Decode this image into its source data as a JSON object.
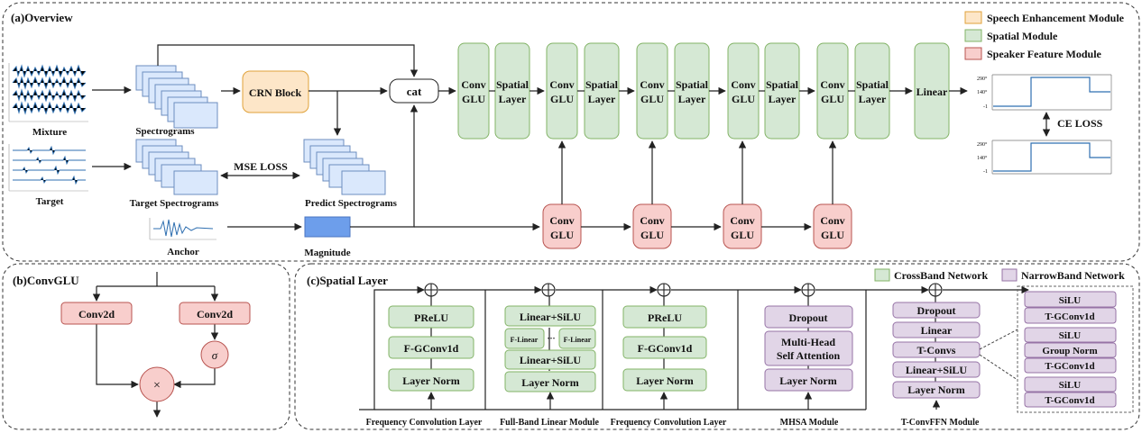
{
  "panels": {
    "overview": "(a)Overview",
    "convglu": "(b)ConvGLU",
    "spatial": "(c)Spatial Layer"
  },
  "legend": {
    "speech": "Speech Enhancement Module",
    "spatial": "Spatial Module",
    "speaker": "Speaker Feature Module",
    "crossband": "CrossBand Network",
    "narrowband": "NarrowBand Network"
  },
  "colors": {
    "orange_fill": "#fde6c8",
    "orange_stroke": "#e0a23a",
    "green_fill": "#d5e8d4",
    "green_stroke": "#82b366",
    "red_fill": "#f8cecc",
    "red_stroke": "#b85450",
    "purple_fill": "#e1d5e7",
    "purple_stroke": "#9673a6",
    "spec_fill": "#dae8fc",
    "spec_stroke": "#6c8ebf",
    "mag_fill": "#6d9eeb"
  },
  "overview": {
    "mixture": "Mixture",
    "target": "Target",
    "anchor": "Anchor",
    "spectrograms": "Spectrograms",
    "target_spectrograms": "Target Spectrograms",
    "predict_spectrograms": "Predict Spectrograms",
    "magnitude": "Magnitude",
    "crn_block": "CRN Block",
    "cat": "cat",
    "mse_loss": "MSE LOSS",
    "ce_loss": "CE LOSS",
    "conv": "Conv",
    "glu": "GLU",
    "spatial": "Spatial",
    "layer": "Layer",
    "linear": "Linear",
    "ticks": [
      "290°",
      "140°",
      "-1"
    ]
  },
  "convglu": {
    "conv2d_left": "Conv2d",
    "conv2d_right": "Conv2d",
    "sigma": "σ",
    "times": "×"
  },
  "spatial_layer": {
    "fcl1": {
      "caption": "Frequency Convolution Layer",
      "items": [
        "PReLU",
        "F-GConv1d",
        "Layer Norm"
      ]
    },
    "fblm": {
      "caption": "Full-Band Linear Module",
      "top": "Linear+SiLU",
      "f_linear_left": "F-Linear",
      "dots": "···",
      "f_linear_right": "F-Linear",
      "mid": "Linear+SiLU",
      "bottom": "Layer Norm"
    },
    "fcl2": {
      "caption": "Frequency Convolution Layer",
      "items": [
        "PReLU",
        "F-GConv1d",
        "Layer Norm"
      ]
    },
    "mhsa": {
      "caption": "MHSA Module",
      "dropout": "Dropout",
      "attn1": "Multi-Head",
      "attn2": "Self Attention",
      "norm": "Layer Norm"
    },
    "tconvffn": {
      "caption": "T-ConvFFN Module",
      "items": [
        "Dropout",
        "Linear",
        "T-Convs",
        "Linear+SiLU",
        "Layer Norm"
      ]
    },
    "tconvs": {
      "g1": [
        "SiLU",
        "T-GConv1d"
      ],
      "g2": [
        "SiLU",
        "Group Norm",
        "T-GConv1d"
      ],
      "g3": [
        "SiLU",
        "T-GConv1d"
      ]
    }
  }
}
